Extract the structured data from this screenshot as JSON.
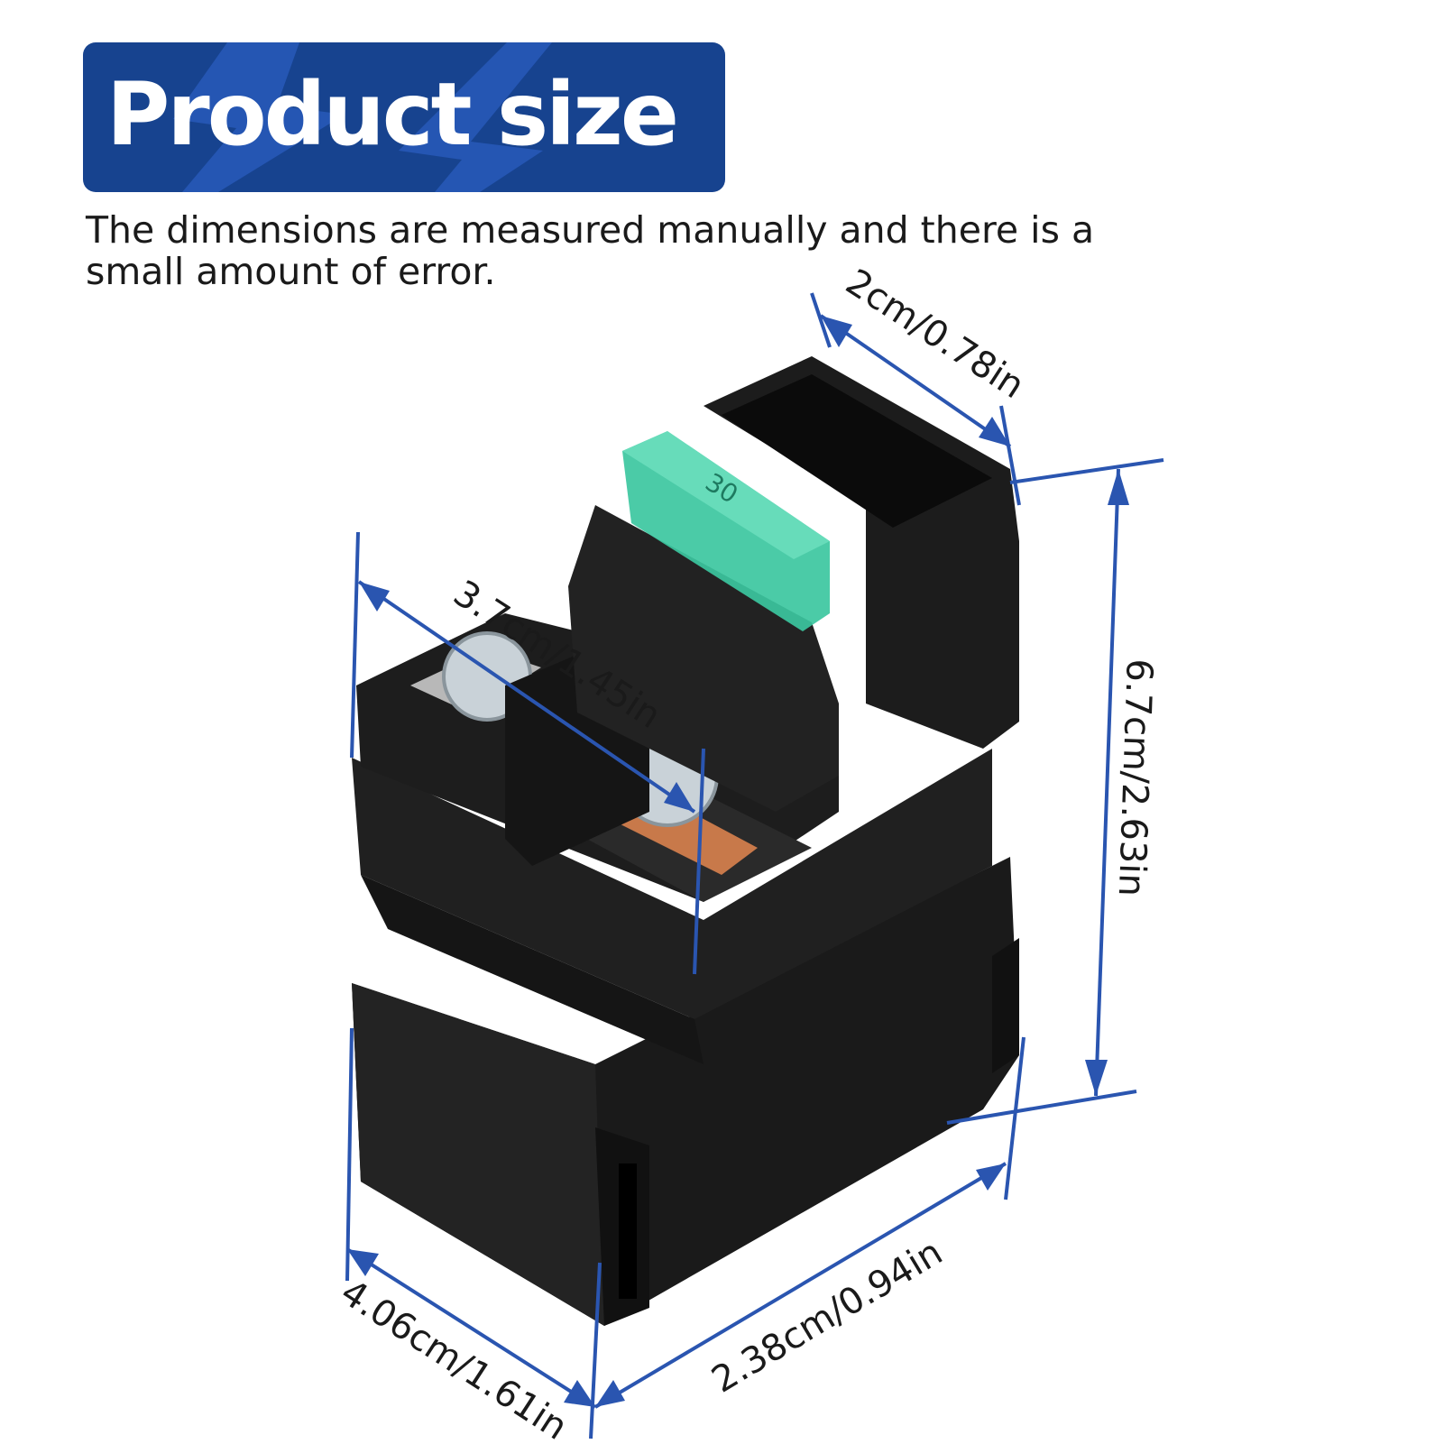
{
  "header": {
    "title": "Product size",
    "note": "The dimensions are measured manually and there is a small amount of error."
  },
  "product": {
    "fuse_label": "30"
  },
  "dimensions": {
    "top_width": "2cm/0.78in",
    "top_depth": "3.7cm/1.45in",
    "height": "6.7cm/2.63in",
    "base_length": "4.06cm/1.61in",
    "base_width": "2.38cm/0.94in"
  },
  "colors": {
    "banner": "#17438f",
    "dimension_lines": "#2a55b0",
    "fuse": "#3cc7a0",
    "body": "#1b1b1b"
  }
}
